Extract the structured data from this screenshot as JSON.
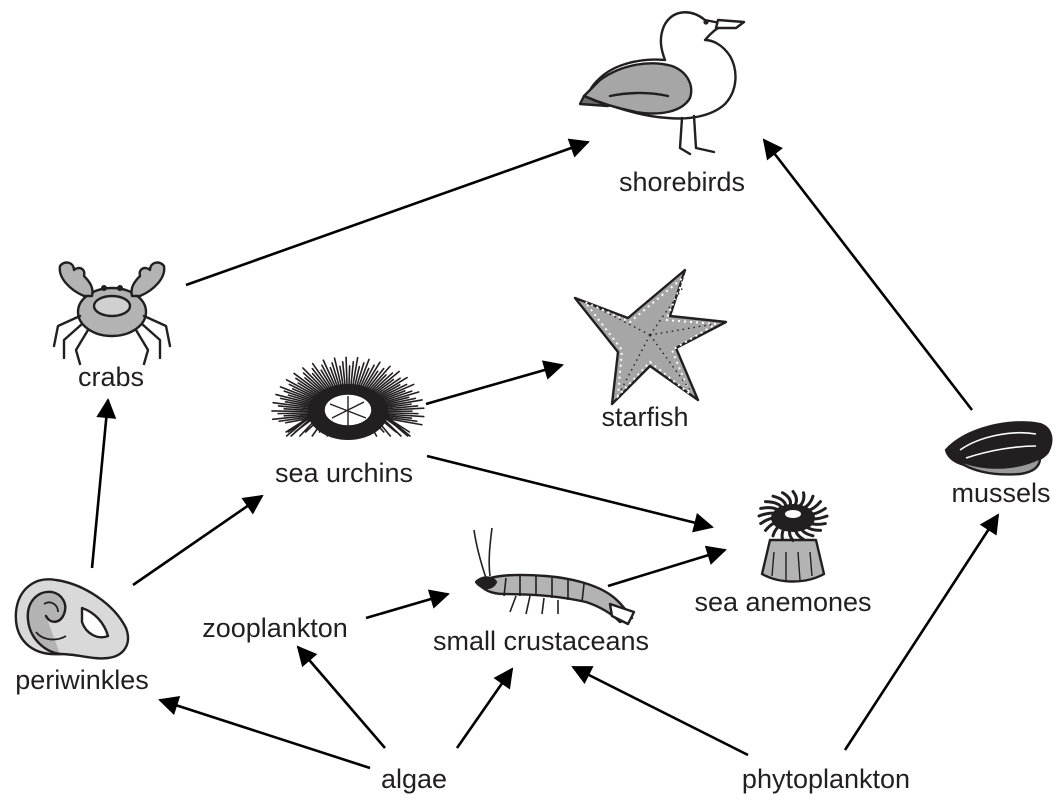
{
  "organisms": {
    "shorebirds": "shorebirds",
    "crabs": "crabs",
    "starfish": "starfish",
    "sea_urchins": "sea urchins",
    "mussels": "mussels",
    "sea_anemones": "sea anemones",
    "small_crustaceans": "small crustaceans",
    "zooplankton": "zooplankton",
    "periwinkles": "periwinkles",
    "algae": "algae",
    "phytoplankton": "phytoplankton"
  },
  "arrows": [
    {
      "from": "crabs",
      "to": "shorebirds"
    },
    {
      "from": "mussels",
      "to": "shorebirds"
    },
    {
      "from": "sea urchins",
      "to": "starfish"
    },
    {
      "from": "sea urchins",
      "to": "sea anemones"
    },
    {
      "from": "periwinkles",
      "to": "crabs"
    },
    {
      "from": "periwinkles",
      "to": "sea urchins"
    },
    {
      "from": "zooplankton",
      "to": "small crustaceans"
    },
    {
      "from": "small crustaceans",
      "to": "sea anemones"
    },
    {
      "from": "algae",
      "to": "periwinkles"
    },
    {
      "from": "algae",
      "to": "zooplankton"
    },
    {
      "from": "algae",
      "to": "small crustaceans"
    },
    {
      "from": "phytoplankton",
      "to": "small crustaceans"
    },
    {
      "from": "phytoplankton",
      "to": "mussels"
    }
  ]
}
